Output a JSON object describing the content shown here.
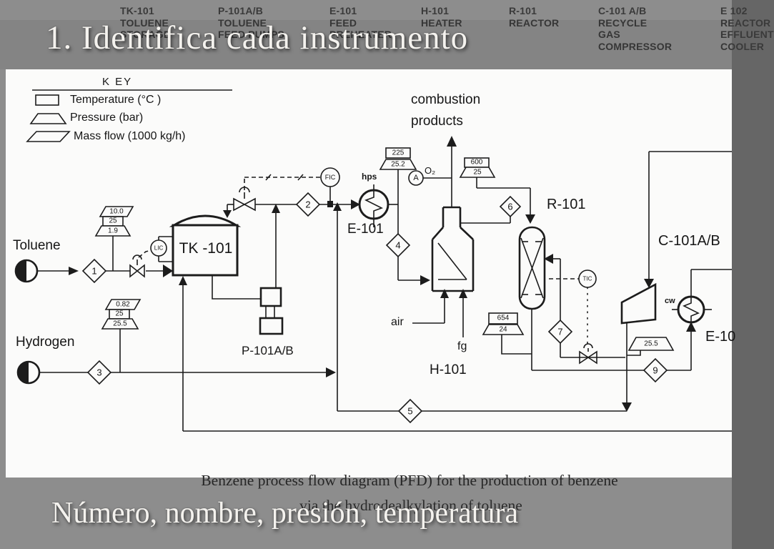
{
  "slide": {
    "title": "1. Identifica cada instrumento",
    "footer": "Número, nombre, presión, temperatura"
  },
  "header": {
    "columns": [
      {
        "lines": [
          "TK-101",
          "TOLUENE",
          "STORAGE"
        ]
      },
      {
        "lines": [
          "P-101A/B",
          "TOLUENE",
          "FEED PUMPS"
        ]
      },
      {
        "lines": [
          "E-101",
          "FEED",
          "PREHEATER"
        ]
      },
      {
        "lines": [
          "H-101",
          "HEATER"
        ]
      },
      {
        "lines": [
          "R-101",
          "REACTOR"
        ]
      },
      {
        "lines": [
          "C-101 A/B",
          "RECYCLE",
          "GAS",
          "COMPRESSOR"
        ]
      },
      {
        "lines": [
          "E 102",
          "REACTOR",
          "EFFLUENT",
          "COOLER"
        ]
      }
    ]
  },
  "key": {
    "title": "K EY",
    "items": [
      {
        "symbol": "rectangle",
        "label": "Temperature (°C )"
      },
      {
        "symbol": "trapezoid",
        "label": "Pressure (bar)"
      },
      {
        "symbol": "parallelogram",
        "label": "Mass flow  (1000 kg/h)"
      }
    ]
  },
  "feeds": {
    "toluene": "Toluene",
    "hydrogen": "Hydrogen"
  },
  "equipment": {
    "tank": "TK -101",
    "pumps": "P-101A/B",
    "exchanger1": "E-101",
    "heater": "H-101",
    "reactor": "R-101",
    "compressor": "C-101A/B",
    "exchanger2": "E-10",
    "hps": "hps",
    "cw": "cw",
    "air": "air",
    "fg": "fg",
    "o2": "O₂",
    "combustion_line1": "combustion",
    "combustion_line2": "products"
  },
  "controllers": {
    "lic": "LIC",
    "fic": "FIC",
    "tic": "TIC",
    "analyzer": "A"
  },
  "streams": {
    "s1": "1",
    "s2": "2",
    "s3": "3",
    "s4": "4",
    "s5": "5",
    "s6": "6",
    "s7": "7",
    "s9": "9"
  },
  "flags": {
    "toluene_feed": {
      "mass": "10.0",
      "temp": "25",
      "press": "1.9"
    },
    "hydrogen_feed": {
      "mass": "0.82",
      "temp": "25",
      "press": "25.5"
    },
    "e101_out": {
      "temp": "225",
      "press": "25.2"
    },
    "h101_out": {
      "temp": "600",
      "press": "25"
    },
    "r101_out": {
      "temp": "654",
      "press": "24"
    },
    "recycle": {
      "press": "25.5"
    }
  },
  "caption": {
    "line1": "Benzene process flow diagram (PFD) for the production of benzene",
    "line2": "via the hydrodealkylation of toluene"
  }
}
